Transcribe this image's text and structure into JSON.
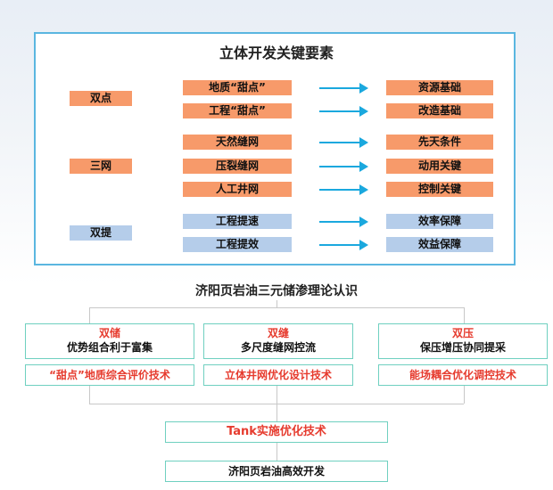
{
  "panel": {
    "title": "立体开发关键要素",
    "groups": [
      {
        "label": "双点",
        "rows": [
          {
            "middle": "地质“甜点”",
            "right": "资源基础"
          },
          {
            "middle": "工程“甜点”",
            "right": "改造基础"
          }
        ]
      },
      {
        "label": "三网",
        "rows": [
          {
            "middle": "天然缝网",
            "right": "先天条件"
          },
          {
            "middle": "压裂缝网",
            "right": "动用关键"
          },
          {
            "middle": "人工井网",
            "right": "控制关键"
          }
        ]
      },
      {
        "label": "双提",
        "rows": [
          {
            "middle": "工程提速",
            "right": "效率保障"
          },
          {
            "middle": "工程提效",
            "right": "效益保障"
          }
        ]
      }
    ]
  },
  "theory": {
    "title": "济阳页岩油三元储渗理论认识",
    "columns": [
      {
        "head": "双储",
        "sub": "优势组合利于富集",
        "tech": "“甜点”地质综合评价技术"
      },
      {
        "head": "双缝",
        "sub": "多尺度缝网控流",
        "tech": "立体井网优化设计技术"
      },
      {
        "head": "双压",
        "sub": "保压增压协同提采",
        "tech": "能场耦合优化调控技术"
      }
    ],
    "tank": "Tank实施优化技术",
    "final": "济阳页岩油高效开发"
  },
  "colors": {
    "orange": "#f79a6a",
    "blue": "#b5cdea",
    "arrow": "#1aa8de",
    "red": "#e63b2e",
    "border": "#5ab6e0"
  }
}
